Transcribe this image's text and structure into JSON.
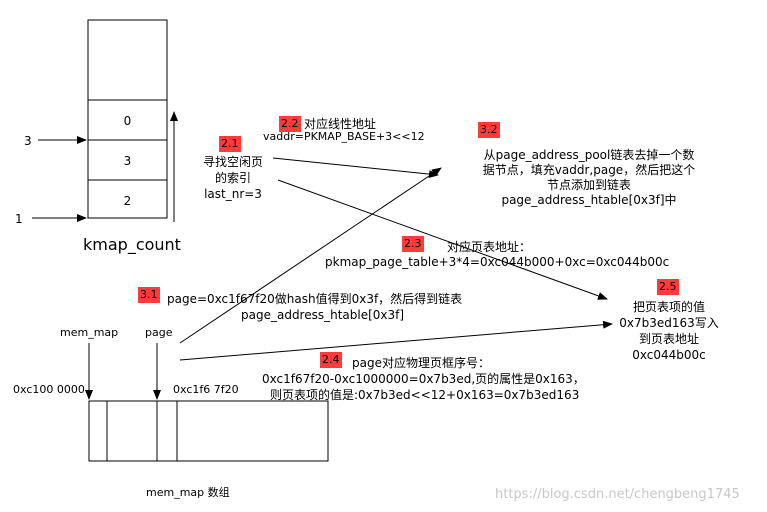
{
  "kmap_count": {
    "label": "kmap_count",
    "cells": [
      "0",
      "3",
      "2"
    ],
    "arrow_top_label": "3",
    "arrow_bottom_label": "1"
  },
  "step_2_1": {
    "badge": "2.1",
    "lines": [
      "寻找空闲页",
      "的索引",
      "last_nr=3"
    ]
  },
  "step_2_2": {
    "badge": "2.2",
    "title": "对应线性地址",
    "formula": "vaddr=PKMAP_BASE+3<<12"
  },
  "step_3_2": {
    "badge": "3.2",
    "lines": [
      "从page_address_pool链表去掉一个数",
      "据节点，填充vaddr,page，然后把这个",
      "节点添加到链表",
      "page_address_htable[0x3f]中"
    ]
  },
  "step_2_3": {
    "badge": "2.3",
    "title": "对应页表地址：",
    "formula": "pkmap_page_table+3*4=0xc044b000+0xc=0xc044b00c"
  },
  "step_3_1": {
    "badge": "3.1",
    "lines": [
      "page=0xc1f67f20做hash值得到0x3f，然后得到链表",
      "page_address_htable[0x3f]"
    ]
  },
  "step_2_5": {
    "badge": "2.5",
    "lines": [
      "把页表项的值",
      "0x7b3ed163写入",
      "到页表地址",
      "0xc044b00c"
    ]
  },
  "step_2_4": {
    "badge": "2.4",
    "title": "page对应物理页框序号：",
    "lines": [
      "0xc1f67f20-0xc1000000=0x7b3ed,页的属性是0x163，",
      "则页表项的值是:0x7b3ed<<12+0x163=0x7b3ed163"
    ]
  },
  "mem_map": {
    "mem_map_label": "mem_map",
    "page_label": "page",
    "addr_start": "0xc100 0000",
    "addr_page": "0xc1f6 7f20",
    "caption": "mem_map 数组"
  },
  "watermark": "https://blog.csdn.net/chengbeng1745"
}
